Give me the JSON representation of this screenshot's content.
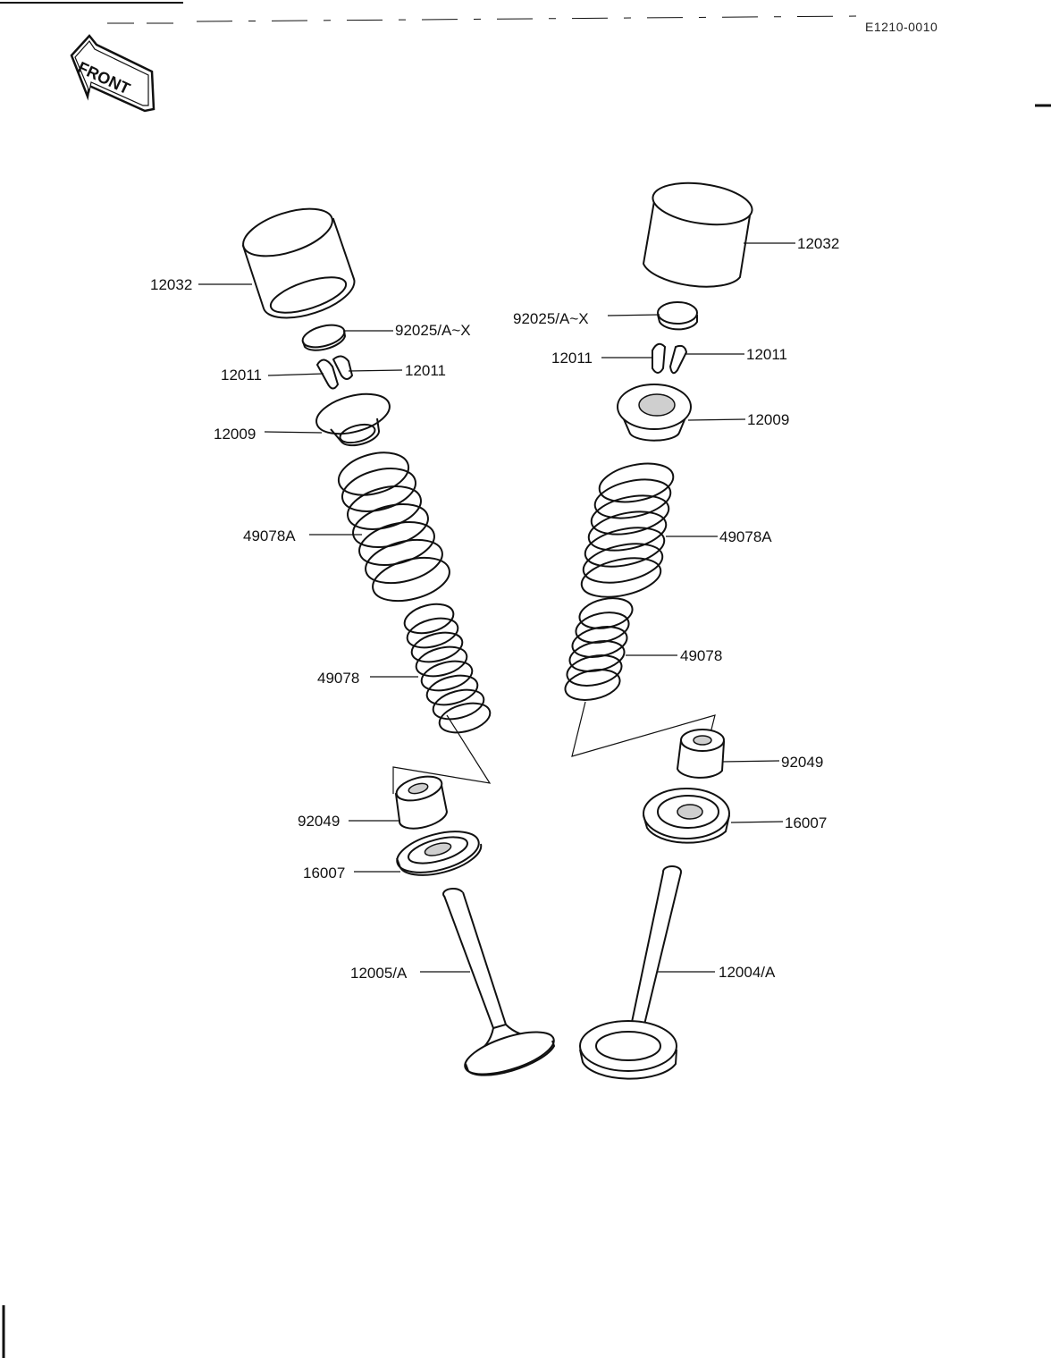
{
  "diagram_code": "E1210-0010",
  "front_label": "FRONT",
  "colors": {
    "ink": "#111111",
    "paper": "#ffffff"
  },
  "labels": {
    "left": {
      "tappet": "12032",
      "shim": "92025/A~X",
      "keeper_a": "12011",
      "keeper_b": "12011",
      "retainer": "12009",
      "outer_spring": "49078A",
      "inner_spring": "49078",
      "stem_seal": "92049",
      "spring_seat": "16007",
      "valve": "12005/A"
    },
    "right": {
      "tappet": "12032",
      "shim": "92025/A~X",
      "keeper_a": "12011",
      "keeper_b": "12011",
      "retainer": "12009",
      "outer_spring": "49078A",
      "inner_spring": "49078",
      "stem_seal": "92049",
      "spring_seat": "16007",
      "valve": "12004/A"
    }
  }
}
